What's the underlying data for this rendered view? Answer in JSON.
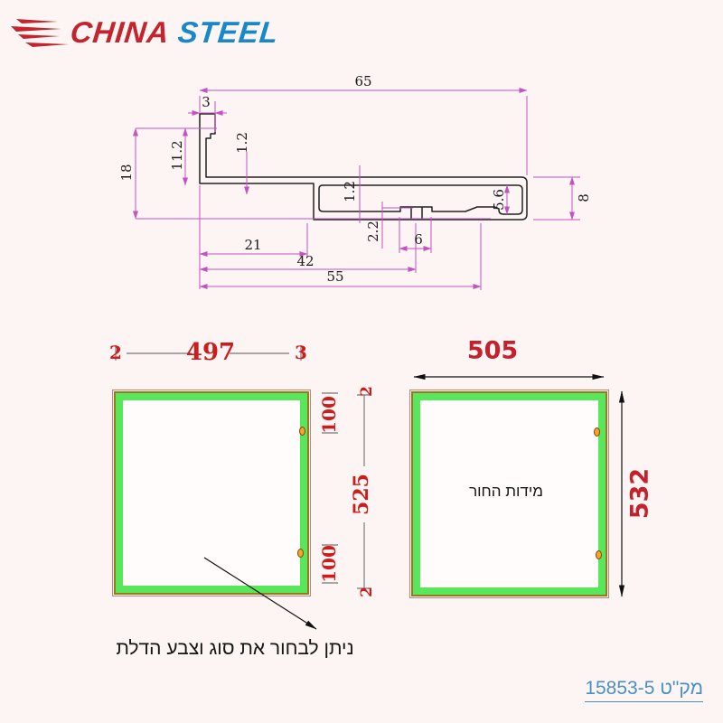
{
  "logo": {
    "part1": "CHINA",
    "part2": "STEEL"
  },
  "profile": {
    "d65": "65",
    "d3": "3",
    "d12a": "1.2",
    "d112": "11.2",
    "d18": "18",
    "d12b": "1.2",
    "d56": "5.6",
    "d8": "8",
    "d22": "2.2",
    "d6": "6",
    "d21": "21",
    "d42": "42",
    "d55": "55"
  },
  "left_panel": {
    "top_left": "2",
    "width": "497",
    "top_right": "3",
    "side_top_offset": "100",
    "side_top_margin": "2",
    "height": "525",
    "side_bottom_offset": "100",
    "side_bottom_margin": "2"
  },
  "right_panel": {
    "width": "505",
    "height": "532",
    "label": "מידות החור"
  },
  "note": "ניתן לבחור  את סוג וצבע הדלת",
  "catalog": "מק\"ט 15853-5",
  "colors": {
    "background": "#fdf5f3",
    "dimension_magenta": "#c353c3",
    "dimension_red": "#cc1c1c",
    "panel_green": "#58e65a",
    "panel_gold": "#97791f",
    "panel_pink": "#c08474",
    "catalog_blue": "#4a90c0",
    "logo_red": "#c3242e",
    "logo_blue": "#1888c8"
  }
}
